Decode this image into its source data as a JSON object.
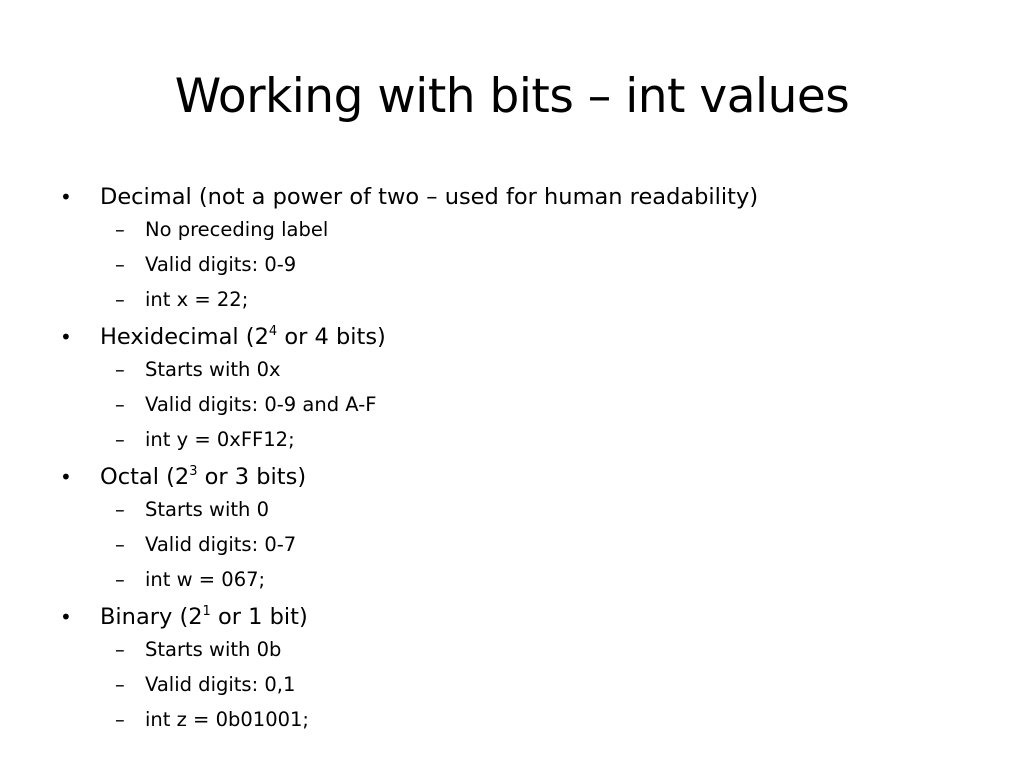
{
  "slide": {
    "title": "Working with bits – int values",
    "bullet_glyph": "•",
    "dash_glyph": "–",
    "sections": [
      {
        "label": "Decimal (not a power of two – used for human readability)",
        "items": [
          "No preceding label",
          "Valid digits: 0-9",
          "int x = 22;"
        ]
      },
      {
        "label_prefix": "Hexidecimal (2",
        "label_exp": "4",
        "label_suffix": " or 4 bits)",
        "items": [
          "Starts with 0x",
          "Valid digits: 0-9 and A-F",
          "int y = 0xFF12;"
        ]
      },
      {
        "label_prefix": "Octal (2",
        "label_exp": "3",
        "label_suffix": " or 3 bits)",
        "items": [
          "Starts with 0",
          "Valid digits: 0-7",
          "int w = 067;"
        ]
      },
      {
        "label_prefix": "Binary (2",
        "label_exp": "1",
        "label_suffix": " or 1 bit)",
        "items": [
          "Starts with 0b",
          "Valid digits: 0,1",
          "int z = 0b01001;"
        ]
      }
    ]
  }
}
